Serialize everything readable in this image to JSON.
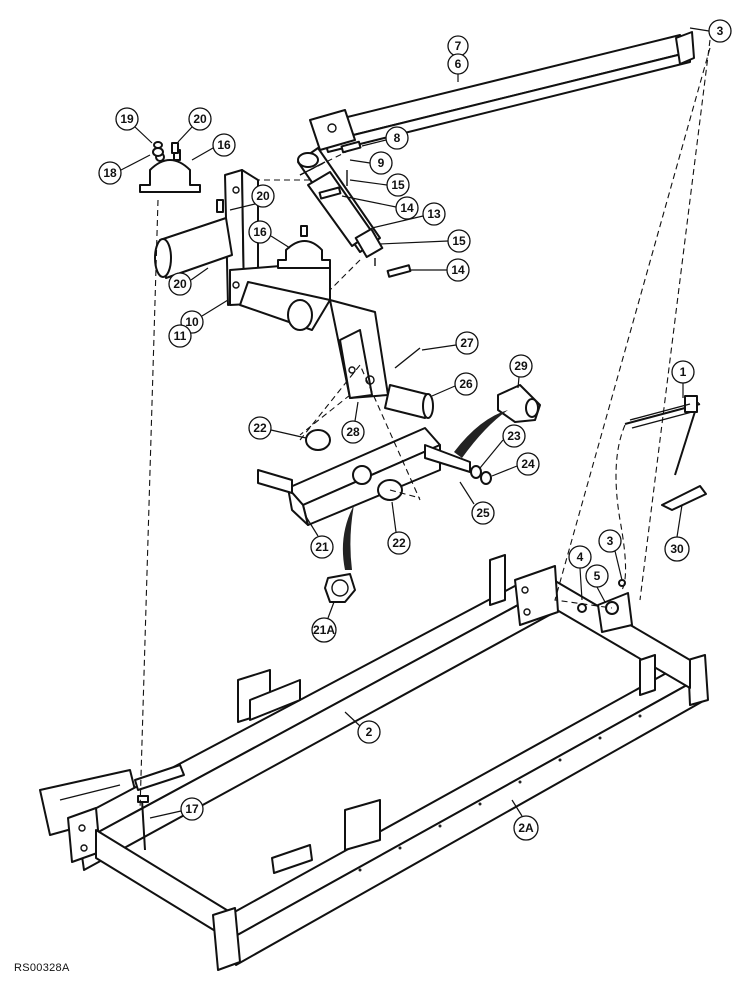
{
  "reference_code": "RS00328A",
  "callouts": [
    "7",
    "6",
    "3",
    "19",
    "20",
    "16",
    "18",
    "8",
    "9",
    "15",
    "14",
    "13",
    "20",
    "16",
    "15",
    "14",
    "20",
    "10",
    "11",
    "27",
    "29",
    "26",
    "22",
    "28",
    "1",
    "23",
    "24",
    "25",
    "21",
    "22",
    "21A",
    "30",
    "4",
    "5",
    "3",
    "2",
    "17",
    "2A"
  ]
}
